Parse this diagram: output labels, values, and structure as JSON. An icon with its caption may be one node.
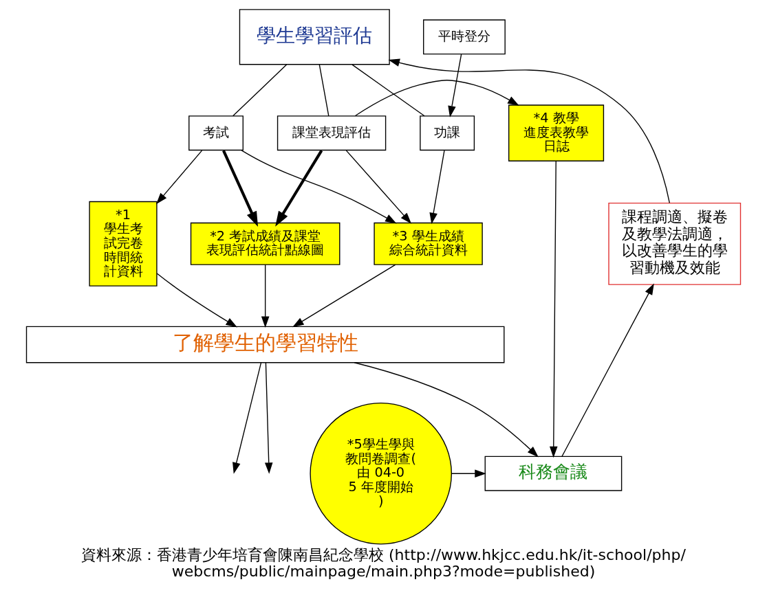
{
  "diagram": {
    "caption": "資料來源：香港青少年培育會陳南昌紀念學校 (http://www.hkjcc.edu.hk/it-school/php/webcms/public/mainpage/main.php3?mode=published)",
    "nodes": [
      {
        "text": [
          "學生學習評估"
        ]
      },
      {
        "text": [
          "平時登分"
        ]
      },
      {
        "text": [
          "考試"
        ]
      },
      {
        "text": [
          "功課"
        ]
      },
      {
        "text": [
          "課堂表現評估"
        ]
      },
      {
        "text": [
          "*4 教學進度表教學日誌"
        ]
      },
      {
        "text": [
          "*1 學生考試完卷時間統計資料"
        ]
      },
      {
        "text": [
          "*3 學生成績綜合統計資料"
        ]
      },
      {
        "text": [
          "*2 考試成績及課堂表現評估統計點線圖"
        ]
      },
      {
        "text": [
          "了解學生的學習特性"
        ]
      },
      {
        "text": [
          "課程調適、擬卷及教學法調適，以改善學生的學習動機及效能"
        ]
      },
      {
        "text": [
          "*5學生學與教問卷調查(由 04-05 年度開始)"
        ]
      },
      {
        "text": [
          "科務會議"
        ]
      }
    ],
    "edges": [
      {
        "from": 0,
        "to": 2,
        "arrow": "none"
      },
      {
        "from": 0,
        "to": 3,
        "arrow": "none"
      },
      {
        "from": 0,
        "to": 4,
        "arrow": "none"
      },
      {
        "from": 1,
        "to": 3,
        "arrow": "to"
      },
      {
        "from": 2,
        "to": 6,
        "arrow": "to"
      },
      {
        "from": 4,
        "to": 5,
        "arrow": "to"
      },
      {
        "from": 2,
        "to": 8,
        "arrow": "to",
        "style": "thick"
      },
      {
        "from": 4,
        "to": 8,
        "arrow": "to",
        "style": "thick"
      },
      {
        "from": 2,
        "to": 7,
        "arrow": "to"
      },
      {
        "from": 3,
        "to": 7,
        "arrow": "to"
      },
      {
        "from": 4,
        "to": 7,
        "arrow": "to"
      },
      {
        "from": 6,
        "to": 9,
        "arrow": "to"
      },
      {
        "from": 8,
        "to": 9,
        "arrow": "to"
      },
      {
        "from": 7,
        "to": 9,
        "arrow": "to"
      },
      {
        "from": 9,
        "to": null,
        "arrow": "to"
      },
      {
        "from": 9,
        "to": 12,
        "arrow": "to"
      },
      {
        "from": 9,
        "to": null,
        "arrow": "to"
      },
      {
        "from": 5,
        "to": 12,
        "arrow": "to"
      },
      {
        "from": 11,
        "to": 12,
        "arrow": "to"
      },
      {
        "from": 12,
        "to": 10,
        "arrow": "to"
      },
      {
        "from": 10,
        "to": 0,
        "arrow": "to"
      }
    ]
  }
}
